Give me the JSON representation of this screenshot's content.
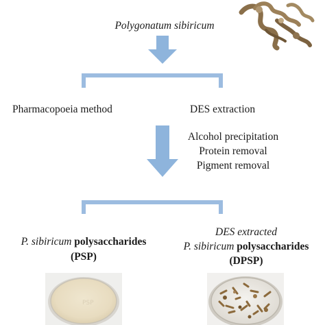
{
  "source": {
    "title": "Polygonatum sibiricum",
    "image_icon": "dried-rhizome-image"
  },
  "branches": {
    "left_method": "Pharmacopoeia method",
    "right_method": "DES extraction"
  },
  "steps": [
    "Alcohol precipitation",
    "Protein removal",
    "Pigment removal"
  ],
  "products": {
    "left": {
      "name_italic": "P. sibiricum",
      "name_bold": " polysaccharides",
      "abbr": "(PSP)",
      "image_icon": "white-powder-petri-dish-image"
    },
    "right": {
      "prefix_italic": "DES extracted",
      "name_italic": "P. sibiricum",
      "name_bold": " polysaccharides",
      "abbr": "(DPSP)",
      "image_icon": "brown-fibrous-petri-dish-image"
    }
  },
  "colors": {
    "arrow": "#8eb4dc",
    "bracket": "#9cbce0",
    "text": "#1a1a1a"
  }
}
